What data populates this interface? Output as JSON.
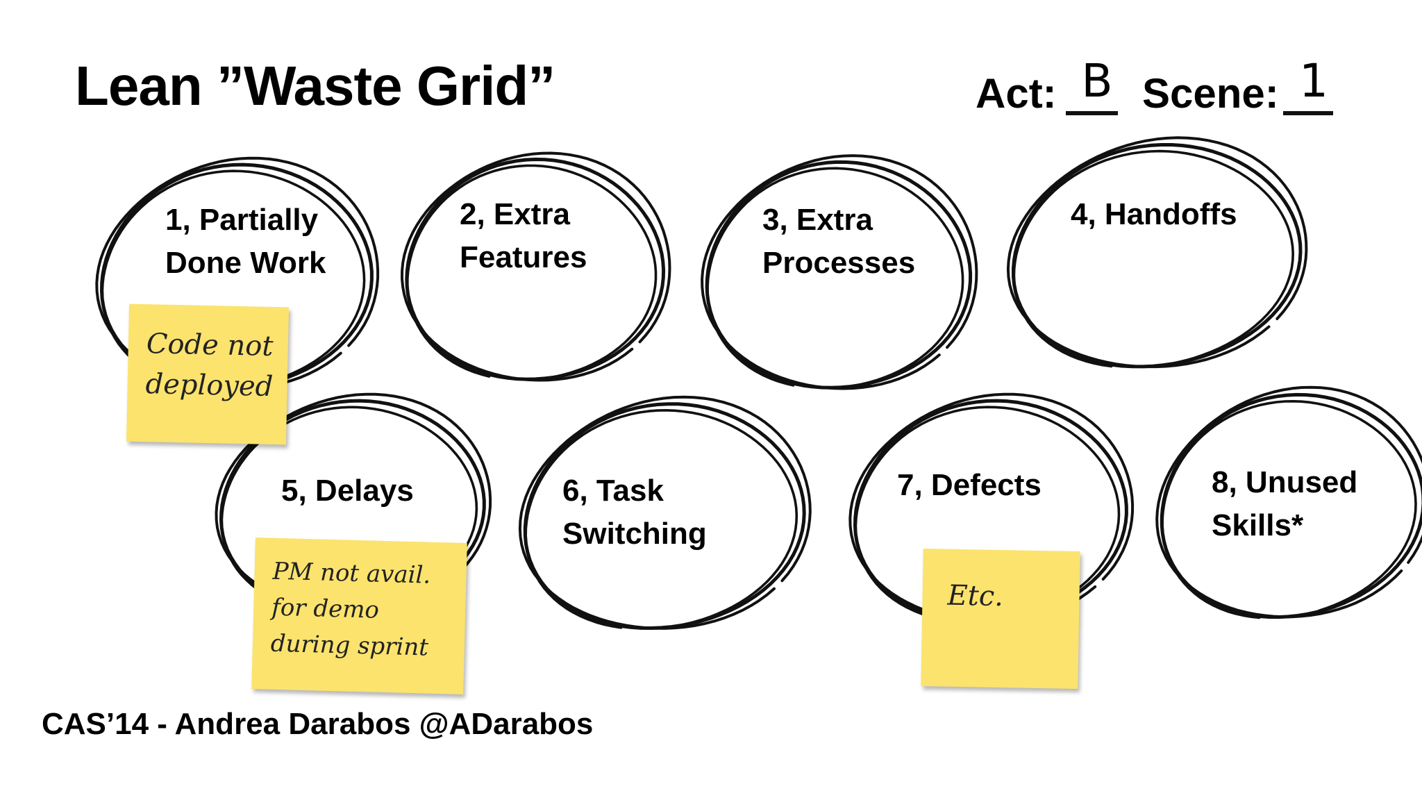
{
  "slide": {
    "title": "Lean ”Waste Grid”",
    "act_label": "Act:",
    "act_value": "B",
    "scene_label": "Scene:",
    "scene_value": "1",
    "footer": "CAS’14 - Andrea Darabos @ADarabos"
  },
  "categories": [
    {
      "label": "1, Partially\nDone Work"
    },
    {
      "label": "2, Extra\nFeatures"
    },
    {
      "label": "3, Extra\nProcesses"
    },
    {
      "label": "4, Handoffs"
    },
    {
      "label": "5, Delays"
    },
    {
      "label": "6, Task\nSwitching"
    },
    {
      "label": "7, Defects"
    },
    {
      "label": "8, Unused\nSkills*"
    }
  ],
  "sticky_notes": [
    {
      "text": "Code not\ndeployed",
      "color": "#fbe36e"
    },
    {
      "text": "PM not avail.\nfor demo\nduring sprint",
      "color": "#fbe36e"
    },
    {
      "text": "Etc.",
      "color": "#fbe36e"
    }
  ]
}
